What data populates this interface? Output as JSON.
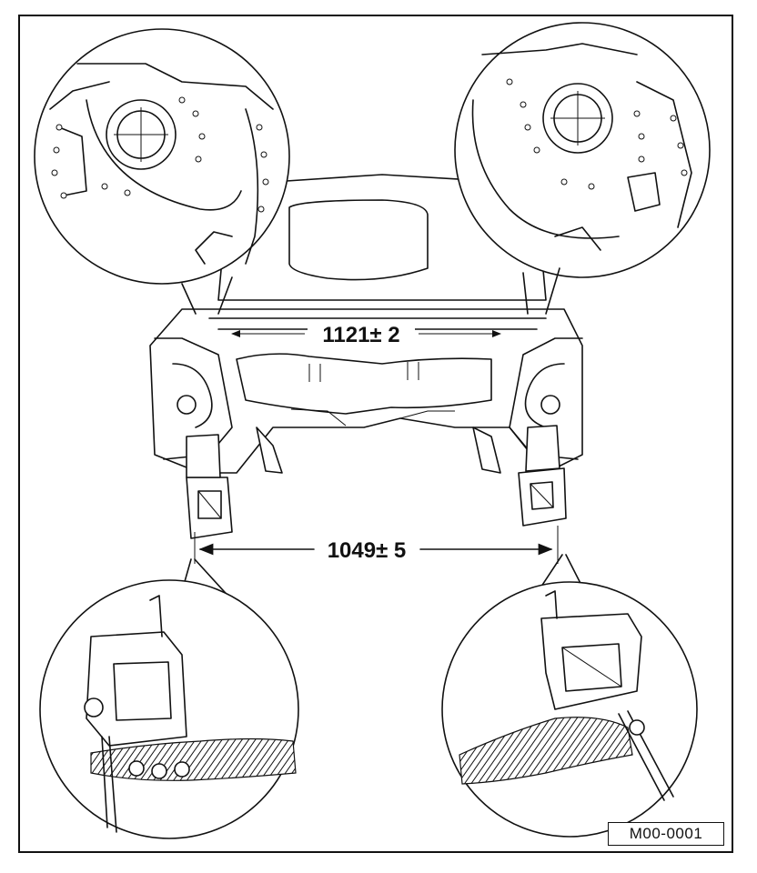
{
  "drawing": {
    "dimension_top": "1121± 2",
    "dimension_bottom": "1049± 5",
    "reference_code": "M00-0001"
  },
  "colors": {
    "ink": "#111111",
    "paper": "#ffffff"
  }
}
